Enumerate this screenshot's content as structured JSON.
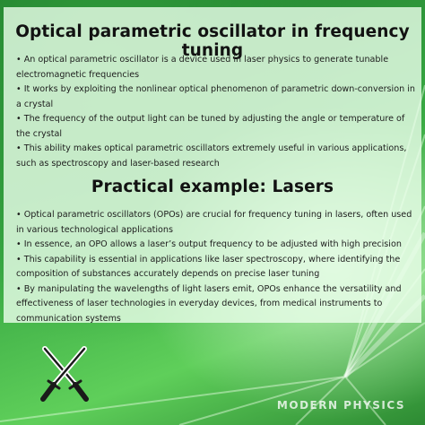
{
  "header": {
    "title": "Optical parametric oscillator in frequency tuning"
  },
  "intro": {
    "bullets": [
      "An optical parametric oscillator is a device used in laser physics to generate tunable electromagnetic frequencies",
      "It works by exploiting the nonlinear optical phenomenon of parametric down-conversion in a crystal",
      "The frequency of the output light can be tuned by adjusting the angle or temperature of the crystal",
      "This ability makes optical parametric oscillators extremely useful in various applications, such as spectroscopy and laser-based research"
    ]
  },
  "example": {
    "title": "Practical example: Lasers",
    "bullets": [
      "Optical parametric oscillators (OPOs) are crucial for frequency tuning in lasers, often used in various technological applications",
      "In essence, an OPO allows a laser’s output frequency to be adjusted with high precision",
      "This capability is essential in applications like laser spectroscopy, where identifying the composition of substances accurately depends on precise laser tuning",
      "By manipulating the wavelengths of light lasers emit, OPOs enhance the versatility and effectiveness of laser technologies in everyday devices, from medical instruments to communication systems"
    ]
  },
  "logo": {
    "icon": "crossed-sabers-icon"
  },
  "watermark": "MODERN PHYSICS",
  "colors": {
    "background": "#38a843",
    "panel": "#ecffec",
    "text": "#1d1d1d"
  }
}
